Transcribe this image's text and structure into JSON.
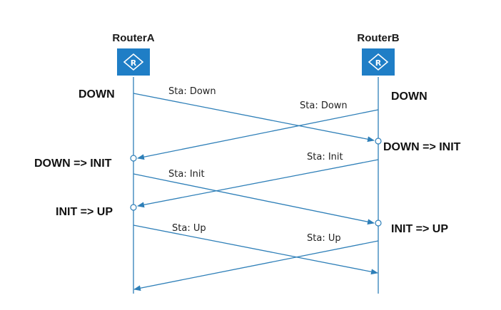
{
  "diagram": {
    "routers": [
      {
        "id": "a",
        "name": "RouterA",
        "icon": "router-icon",
        "icon_color": "#1f7ec6"
      },
      {
        "id": "b",
        "name": "RouterB",
        "icon": "router-icon",
        "icon_color": "#1f7ec6"
      }
    ],
    "states": {
      "a_down": "DOWN",
      "b_down": "DOWN",
      "b_down_init": "DOWN => INIT",
      "a_down_init": "DOWN => INIT",
      "a_init_up": "INIT => UP",
      "b_init_up": "INIT => UP"
    },
    "messages": [
      {
        "label": "Sta: Down",
        "from": "a",
        "to": "b"
      },
      {
        "label": "Sta: Down",
        "from": "b",
        "to": "a"
      },
      {
        "label": "Sta: Init",
        "from": "b",
        "to": "a"
      },
      {
        "label": "Sta: Init",
        "from": "a",
        "to": "b"
      },
      {
        "label": "Sta: Up",
        "from": "a",
        "to": "b"
      },
      {
        "label": "Sta: Up",
        "from": "b",
        "to": "a"
      }
    ],
    "line_color": "#2e7fb8"
  }
}
